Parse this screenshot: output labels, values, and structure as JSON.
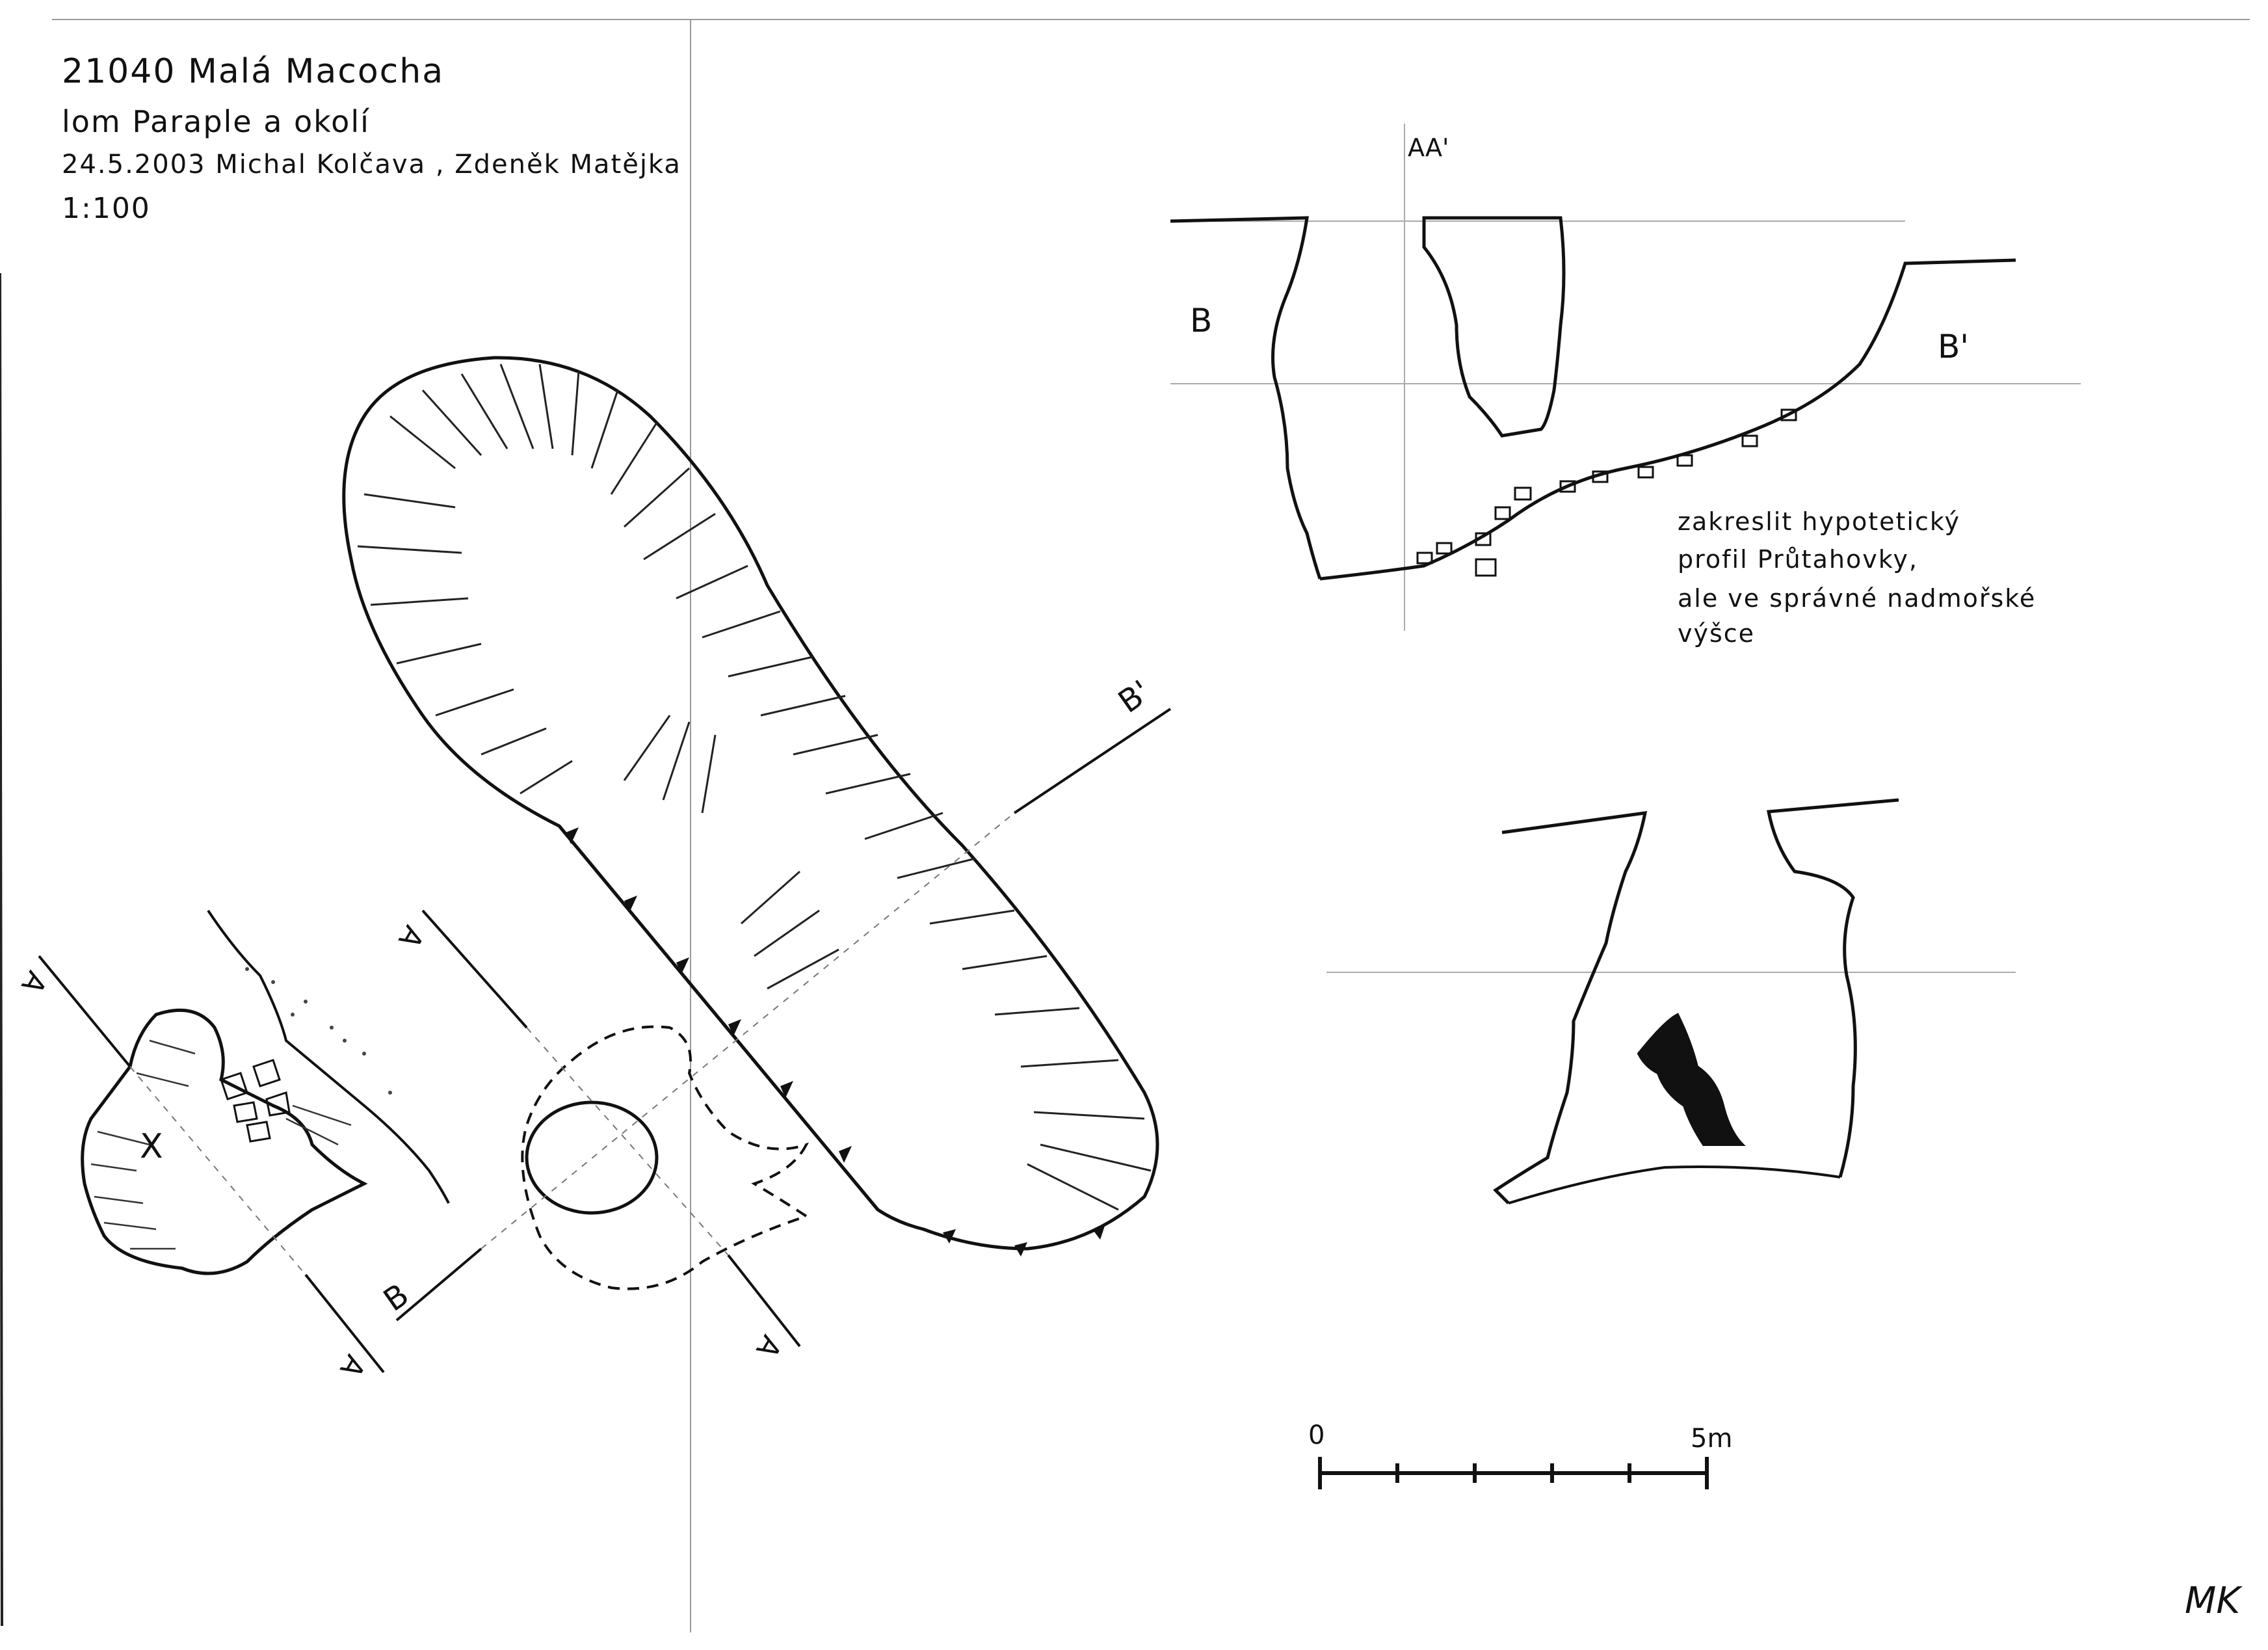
{
  "header": {
    "title": "21040 Malá Macocha",
    "subtitle": "lom Paraple a okolí",
    "authors": "24.5.2003 Michal Kolčava , Zdeněk Matějka",
    "scale": "1:100"
  },
  "section_labels": {
    "aa": "AA'",
    "b": "B",
    "b_prime": "B'"
  },
  "plan_labels": {
    "b_prime": "B'",
    "b": "B",
    "a_left": "A",
    "a_mid": "A",
    "a_bottom": "A",
    "a_right": "A",
    "x_mark": "X"
  },
  "note": {
    "line1": "zakreslit hypotetický",
    "line2": "profil Průtahovky,",
    "line3": "ale ve správné nadmořské",
    "line4": "výšce"
  },
  "scale_bar": {
    "start": "0",
    "end": "5m"
  },
  "signature": "MK"
}
